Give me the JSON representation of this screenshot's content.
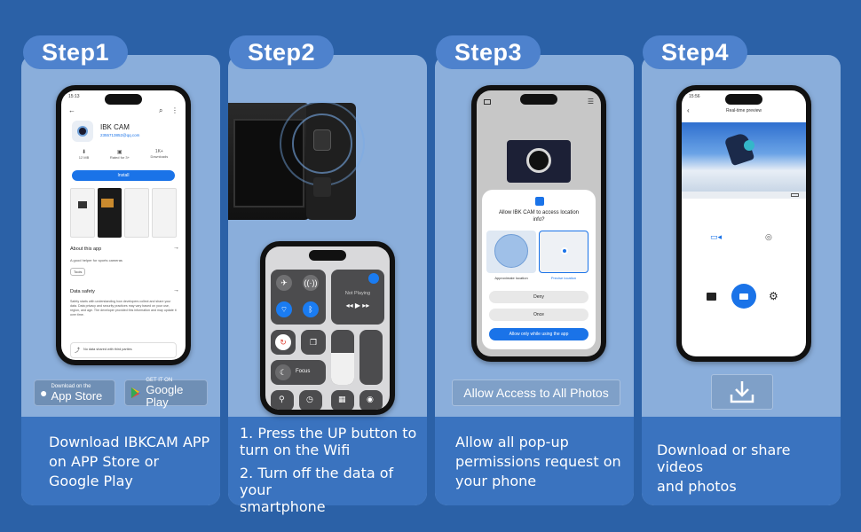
{
  "steps": [
    {
      "tab": "Step1",
      "caption": [
        "Download IBKCAM APP",
        "on APP Store or",
        "Google Play"
      ],
      "phone": {
        "status_time": "15:13",
        "app_name": "IBK CAM",
        "developer": "2355713852@qq.com",
        "stats": [
          "12 MB",
          "Rated for 3+",
          "1K+",
          "Downloads"
        ],
        "install_label": "Install",
        "about_title": "About this app",
        "about_text": "A good helper for sports cameras",
        "tag": "Tools",
        "safety_title": "Data safety",
        "safety_text": "Safety starts with understanding how developers collect and share your data. Data privacy and security practices may vary based on your use, region, and age. The developer provided this information and may update it over time.",
        "no_share": "No data shared with third parties"
      },
      "badges": {
        "apple_small": "Download on the",
        "apple_big": "App Store",
        "google_small": "GET IT ON",
        "google_big": "Google Play"
      }
    },
    {
      "tab": "Step2",
      "caption": [
        "1. Press the UP button to",
        "turn on the Wifi",
        "2. Turn off the data of your",
        "smartphone"
      ],
      "phone": {
        "not_playing": "Not Playing",
        "focus": "Focus"
      }
    },
    {
      "tab": "Step3",
      "caption": [
        "Allow all pop-up",
        "permissions request on",
        "your phone"
      ],
      "phone": {
        "dialog_title": "Allow IBK CAM to access location info?",
        "approx": "Approximate location",
        "precise": "Precise location",
        "deny": "Deny",
        "once": "Once",
        "allow": "Allow only while using the app"
      },
      "allow_photos": "Allow Access to All Photos"
    },
    {
      "tab": "Step4",
      "caption": [
        "Download or share videos",
        "and photos"
      ],
      "phone": {
        "status_time": "15:56",
        "title": "Real-time preview"
      }
    }
  ],
  "colors": {
    "background": "#2b61a7",
    "panel": "#8aaedb",
    "panel_bottom": "#3a73bf",
    "tab": "#4e82cd",
    "accent_blue": "#1a73e8"
  }
}
